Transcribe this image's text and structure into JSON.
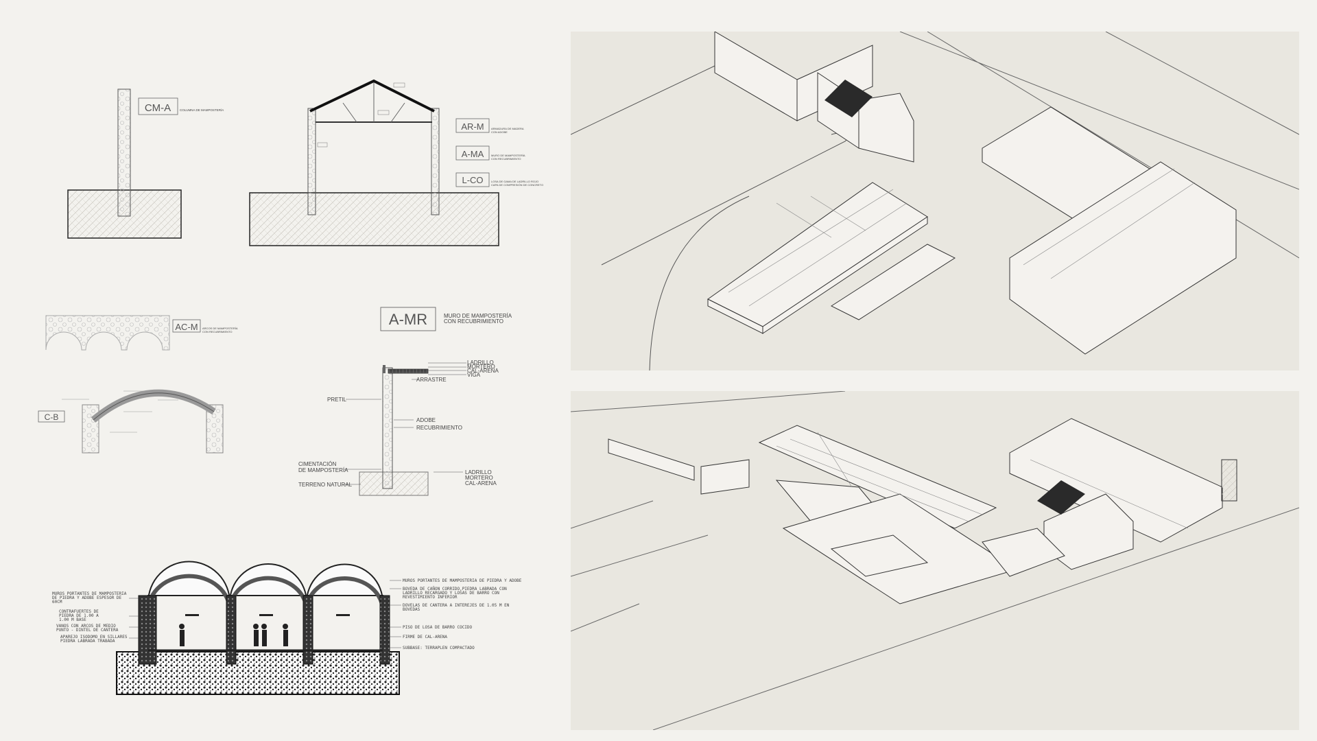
{
  "cm_a": {
    "code": "CM-A",
    "note": "COLUMNA DE MAMPOSTERÍA"
  },
  "section_roof": {
    "ar_m": {
      "code": "AR-M",
      "note1": "ARMADURA DE MADERA",
      "note2": "CON ADOBE"
    },
    "a_ma": {
      "code": "A-MA",
      "note1": "MURO DE MAMPOSTERÍA",
      "note2": "CON RECUBRIMIENTO"
    },
    "l_co": {
      "code": "L-CO",
      "note1": "LOSA DE GAMA DE LADRILLO ROJO",
      "note2": "CAPA DE COMPRESIÓN DE CONCRETO"
    }
  },
  "ac_m": {
    "code": "AC-M",
    "note1": "ARCOS DE MAMPOSTERÍA",
    "note2": "CON RECUBRIMIENTO"
  },
  "c_b": {
    "code": "C-B"
  },
  "a_mr": {
    "code": "A-MR",
    "note1": "MURO DE MAMPOSTERÍA",
    "note2": "CON RECUBRIMIENTO"
  },
  "wall_section": {
    "top": [
      "LADRILLO",
      "MORTERO",
      "CAL-ARENA",
      "VIGA"
    ],
    "arrastre": "ARRASTRE",
    "pretil": "PRETIL",
    "adobe": "ADOBE",
    "recubrimiento": "RECUBRIMIENTO",
    "cimentacion1": "CIMENTACIÓN",
    "cimentacion2": "DE MAMPOSTERÍA",
    "terreno": "TERRENO NATURAL",
    "bottom": [
      "LADRILLO",
      "MORTERO",
      "CAL-ARENA"
    ]
  },
  "vault_section": {
    "left": [
      "MUROS PORTANTES DE MAMPOSTERIA",
      "DE PIEDRA Y ADOBE ESPESOR DE",
      "60CM",
      "CONTRAFUERTES DE",
      "PIEDRA DE 1.00 A",
      "1.00 M BASE",
      "VANOS CON ARCOS DE MEDIO",
      "PUNTO - DINTEL DE CANTERA",
      "APAREJO ISODOMO EN SILLARES",
      "PIEDRA LABRADA TRABADA"
    ],
    "right": [
      "MUROS PORTANTES DE MAMPOSTERIA DE PIEDRA Y ADOBE",
      "BOVEDA DE CAÑON CORRIDO,PIEDRA LABRADA CON",
      "LADRILLO RECARGADO Y LOSAS DE BARRO CON",
      "REVESTIMIENTO INFERIOR",
      "DOVELAS DE CANTERA A INTEREJES DE 1.05 M EN",
      "BOVEDAS",
      "PISO DE LOSA DE BARRO COCIDO",
      "FIRME DE CAL-ARENA",
      "SUBBASE: TERRAPLEN COMPACTADO"
    ]
  },
  "colors": {
    "background": "#f3f2ee",
    "panel": "#e9e7e0",
    "line": "#333333",
    "hatch": "#aaaaaa"
  }
}
